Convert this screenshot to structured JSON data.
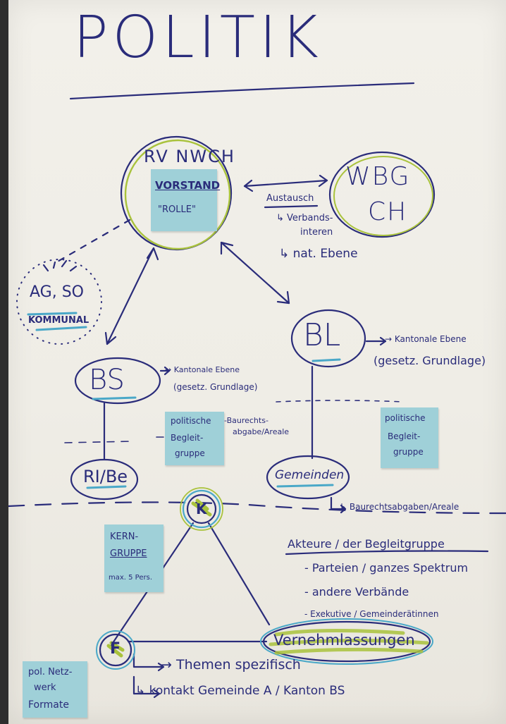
{
  "title": "POLITIK",
  "nodes": {
    "rvnwch": "RV NWCH",
    "vorstand": "VORSTAND",
    "rolle": "\"ROLLE\"",
    "wbg_line1": "WBG",
    "wbg_line2": "CH",
    "ag_so": "AG, SO",
    "kommunal": "KOMMUNAL",
    "bl": "BL",
    "bs": "BS",
    "ri_be": "RI/Be",
    "gemeinden": "Gemeinden",
    "k": "K",
    "f": "F",
    "vernehmlassungen": "Vernehmlassungen"
  },
  "labels": {
    "austausch": "Austausch",
    "verbands_1": "↳ Verbands-",
    "verbands_2": "interen",
    "nat_ebene": "↳ nat. Ebene",
    "bl_kant_1": "→ Kantonale Ebene",
    "bl_kant_2": "(gesetz. Grundlage)",
    "bs_kant_1": "→ Kantonale Ebene",
    "bs_kant_2": "(gesetz. Grundlage)",
    "baurechts_1": "-Baurechts-",
    "baurechts_2": "abgabe/Areale",
    "baurechts_gem": "↳ Baurechtsabgaben/Areale",
    "themen": "→ Themen spezifisch",
    "kontakt": "↳ kontakt Gemeinde A / Kanton BS"
  },
  "stickies": {
    "bs_pol_1": "politische",
    "bs_pol_2": "Begleit-",
    "bs_pol_3": "gruppe",
    "bl_pol_1": "politische",
    "bl_pol_2": "Begleit-",
    "bl_pol_3": "gruppe",
    "kern_1": "KERN-",
    "kern_2": "GRUPPE",
    "kern_3": "max. 5 Pers.",
    "polnet_1": "pol. Netz-",
    "polnet_2": "werk",
    "polnet_3": "Formate"
  },
  "akteure": {
    "heading": "Akteure / der Begleitgruppe",
    "items": [
      "- Parteien / ganzes Spektrum",
      "- andere Verbände",
      "- Exekutive / Gemeinderätinnen"
    ]
  },
  "colors": {
    "ink": "#2a2c7a",
    "sticky": "#9fd0d8",
    "green_highlight": "#a9c23c",
    "blue_highlight": "#4aa8c8",
    "paper": "#f0eee8"
  }
}
